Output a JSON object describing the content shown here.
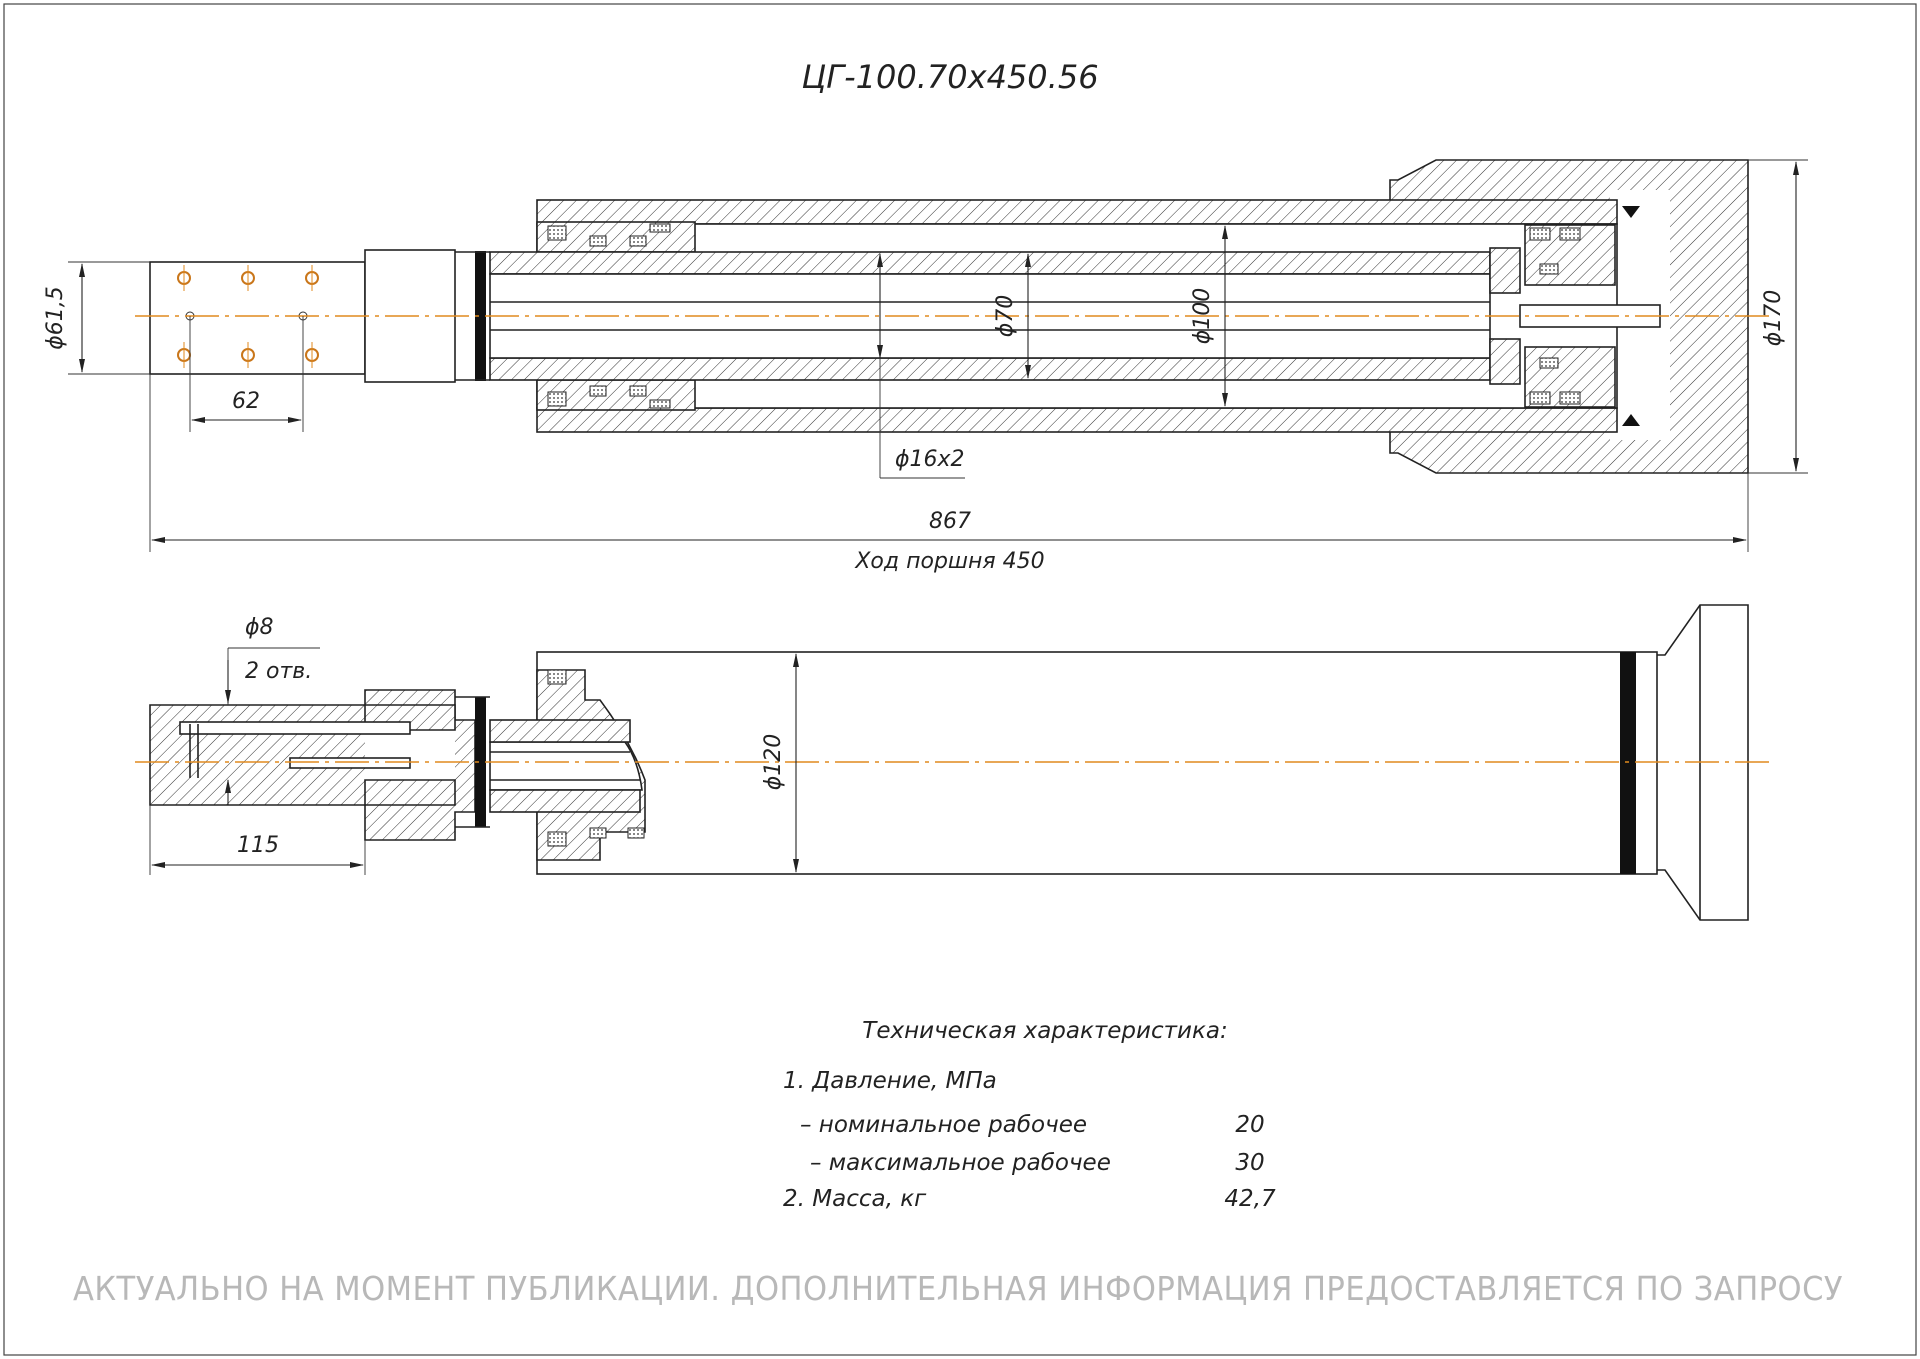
{
  "title": "ЦГ-100.70х450.56",
  "dimensions": {
    "d61_5": "ϕ61,5",
    "d62": "62",
    "d70": "ϕ70",
    "d100": "ϕ100",
    "d16x2": "ϕ16х2",
    "d170": "ϕ170",
    "len867": "867",
    "stroke": "Ход поршня 450",
    "d8": "ϕ8",
    "holes": "2 отв.",
    "d120": "ϕ120",
    "len115": "115"
  },
  "specs": {
    "heading": "Техническая характеристика:",
    "item1": "1. Давление, МПа",
    "nominal_label": "– номинальное рабочее",
    "nominal_value": "20",
    "max_label": "– максимальное рабочее",
    "max_value": "30",
    "item2": "2. Масса, кг",
    "mass_value": "42,7"
  },
  "notice": "АКТУАЛЬНО НА МОМЕНТ ПУБЛИКАЦИИ. ДОПОЛНИТЕЛЬНАЯ ИНФОРМАЦИЯ ПРЕДОСТАВЛЯЕТСЯ ПО ЗАПРОСУ",
  "colors": {
    "axis": "#e08a1e",
    "line": "#222222",
    "notice": "#b8b8b8"
  }
}
